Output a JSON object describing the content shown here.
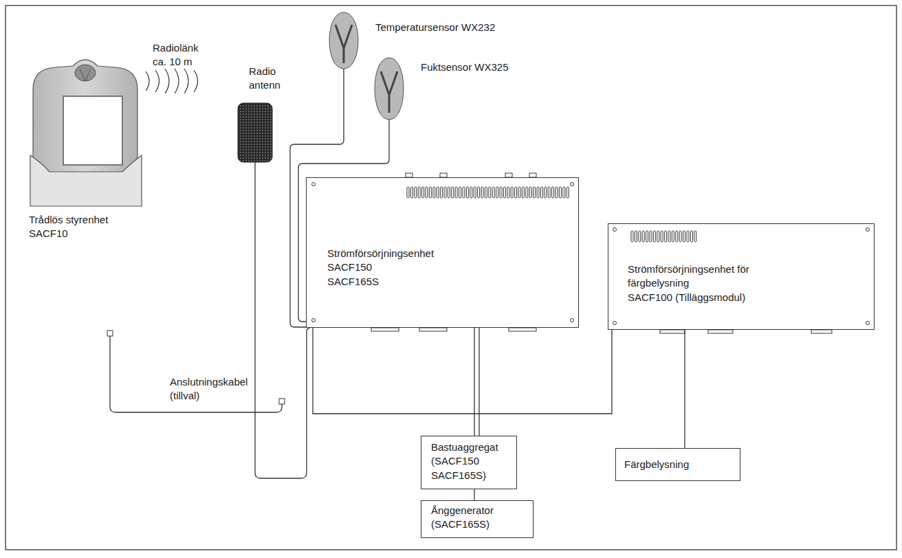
{
  "diagram": {
    "nodes": [
      {
        "text": [
          "Strömförsörjningsenhet",
          "SACF150 SACF165S"
        ]
      },
      {
        "text": [
          "Strömförsörjningsenhet för färgbelysning",
          "SACF100 (Tilläggsmodul)"
        ]
      },
      {
        "text": [
          "Bastuaggregat (SACF150 SACF165S)"
        ]
      },
      {
        "text": [
          "Ånggenerator (SACF165S)"
        ]
      },
      {
        "text": [
          "Färgbelysning"
        ]
      }
    ],
    "edges": [
      {
        "from": 0,
        "to": 1,
        "arrow": "none"
      },
      {
        "from": 0,
        "to": 2,
        "arrow": "none"
      },
      {
        "from": 2,
        "to": 3,
        "arrow": "none"
      },
      {
        "from": 1,
        "to": 4,
        "arrow": "none"
      }
    ],
    "labels": [
      "Radiolänk ca. 10 m",
      "Radio antenn",
      "Temperatursensor WX232",
      "Fuktsensor WX325",
      "Trådlös styrenhet SACF10",
      "Anslutningskabel (tillval)"
    ]
  }
}
